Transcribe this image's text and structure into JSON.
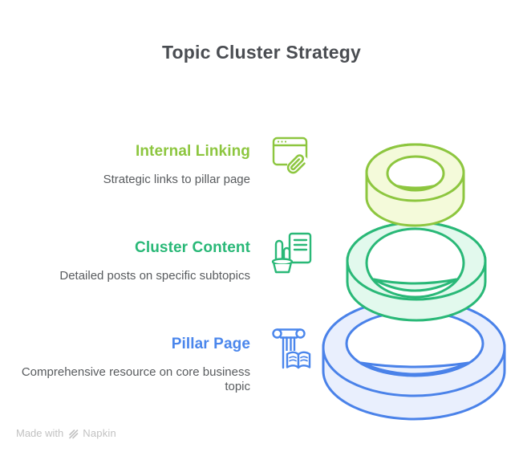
{
  "title": "Topic Cluster Strategy",
  "sections": [
    {
      "heading": "Internal Linking",
      "description": "Strategic links to pillar page",
      "color": "#8DC63F",
      "icon": "browser-link-icon"
    },
    {
      "heading": "Cluster Content",
      "description": "Detailed posts on specific subtopics",
      "color": "#29B877",
      "icon": "plant-document-icon"
    },
    {
      "heading": "Pillar Page",
      "description": "Comprehensive resource on core business topic",
      "color": "#4A86EC",
      "icon": "pillar-book-icon"
    }
  ],
  "rings": [
    {
      "label": "Internal Linking",
      "stroke": "#8DC63F",
      "fill": "#F4FADA"
    },
    {
      "label": "Cluster Content",
      "stroke": "#29B877",
      "fill": "#E2F9ED"
    },
    {
      "label": "Pillar Page",
      "stroke": "#4A82E9",
      "fill": "#E9EFFD"
    }
  ],
  "footer": {
    "made_with": "Made with",
    "brand": "Napkin",
    "icon": "napkin-logo-icon"
  },
  "colors": {
    "title": "#4A4D52",
    "subtitle": "#585B5E",
    "footer": "#C2C2C2",
    "background": "#FFFFFF"
  }
}
